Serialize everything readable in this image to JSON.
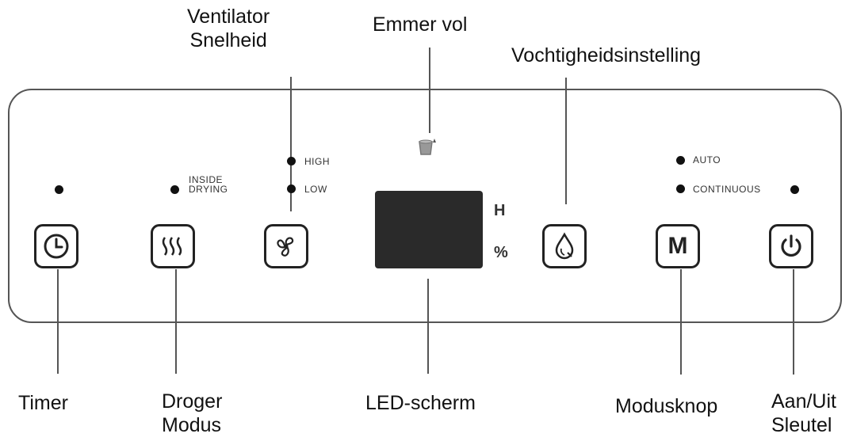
{
  "callouts": {
    "fan_speed": [
      "Ventilator",
      "Snelheid"
    ],
    "bucket_full": "Emmer vol",
    "humidity_setting": "Vochtigheidsinstelling",
    "timer": "Timer",
    "dryer_mode": [
      "Droger",
      "Modus"
    ],
    "led_screen": "LED-scherm",
    "mode_button": "Modusknop",
    "power_key": [
      "Aan/Uit",
      "Sleutel"
    ]
  },
  "indicators": {
    "inside_drying": [
      "INSIDE",
      "DRYING"
    ],
    "high": "HIGH",
    "low": "LOW",
    "auto": "AUTO",
    "continuous": "CONTINUOUS"
  },
  "display": {
    "unit_h": "H",
    "unit_percent": "%"
  },
  "buttons": {
    "mode_glyph": "M"
  },
  "icons": [
    "clock-icon",
    "heat-waves-icon",
    "fan-icon",
    "water-drop-icon",
    "power-icon",
    "bucket-icon"
  ]
}
